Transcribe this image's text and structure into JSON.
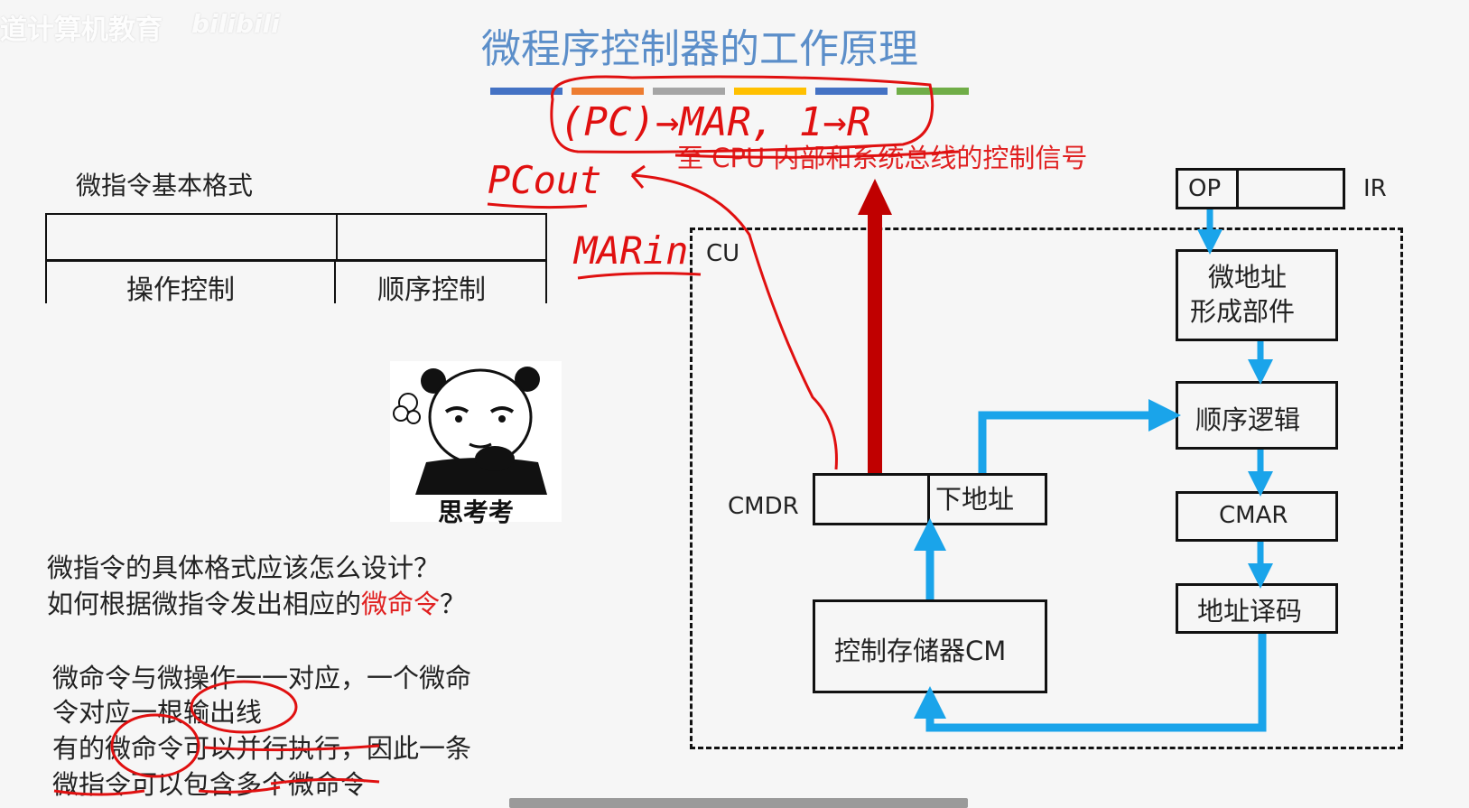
{
  "watermark": {
    "text": "道计算机教育",
    "logo": "bilibili"
  },
  "slide": {
    "title": "微程序控制器的工作原理",
    "title_color": "#5b8ec9",
    "title_bar_colors": [
      "#4472c4",
      "#ed7d31",
      "#a5a5a5",
      "#ffc000",
      "#4472c4",
      "#70ad47"
    ],
    "format_heading": "微指令基本格式",
    "format_fields": [
      "操作控制",
      "顺序控制"
    ],
    "meme_caption": "思考考",
    "questions": {
      "line1": "微指令的具体格式应该怎么设计？",
      "line2_prefix": "如何根据微指令发出相应的",
      "line2_highlight": "微命令",
      "line2_suffix": "？",
      "highlight_color": "#e02020"
    },
    "notes": [
      "微命令与微操作一一对应，一个微命",
      "令对应一根输出线",
      "有的微命令可以并行执行，因此一条",
      "微指令可以包含多个微命令"
    ],
    "diagram": {
      "control_signal_label": "至 CPU 内部和系统总线的控制信号",
      "control_signal_color": "#e02020",
      "cu_label": "CU",
      "ir_op": "OP",
      "ir_label": "IR",
      "block_micro_addr_1": "微地址",
      "block_micro_addr_2": "形成部件",
      "block_seq_logic": "顺序逻辑",
      "cmdr_label": "CMDR",
      "cmdr_next_addr": "下地址",
      "block_cmar": "CMAR",
      "block_addr_decode": "地址译码",
      "block_cm": "控制存储器CM",
      "arrow_color": "#1aa4ea",
      "signal_arrow_color": "#c00000"
    },
    "handwriting": {
      "line1": "(PC)→MAR, 1→R",
      "pc_out": "PCout",
      "mar_in": "MARin",
      "ink_color": "#e01010"
    }
  }
}
